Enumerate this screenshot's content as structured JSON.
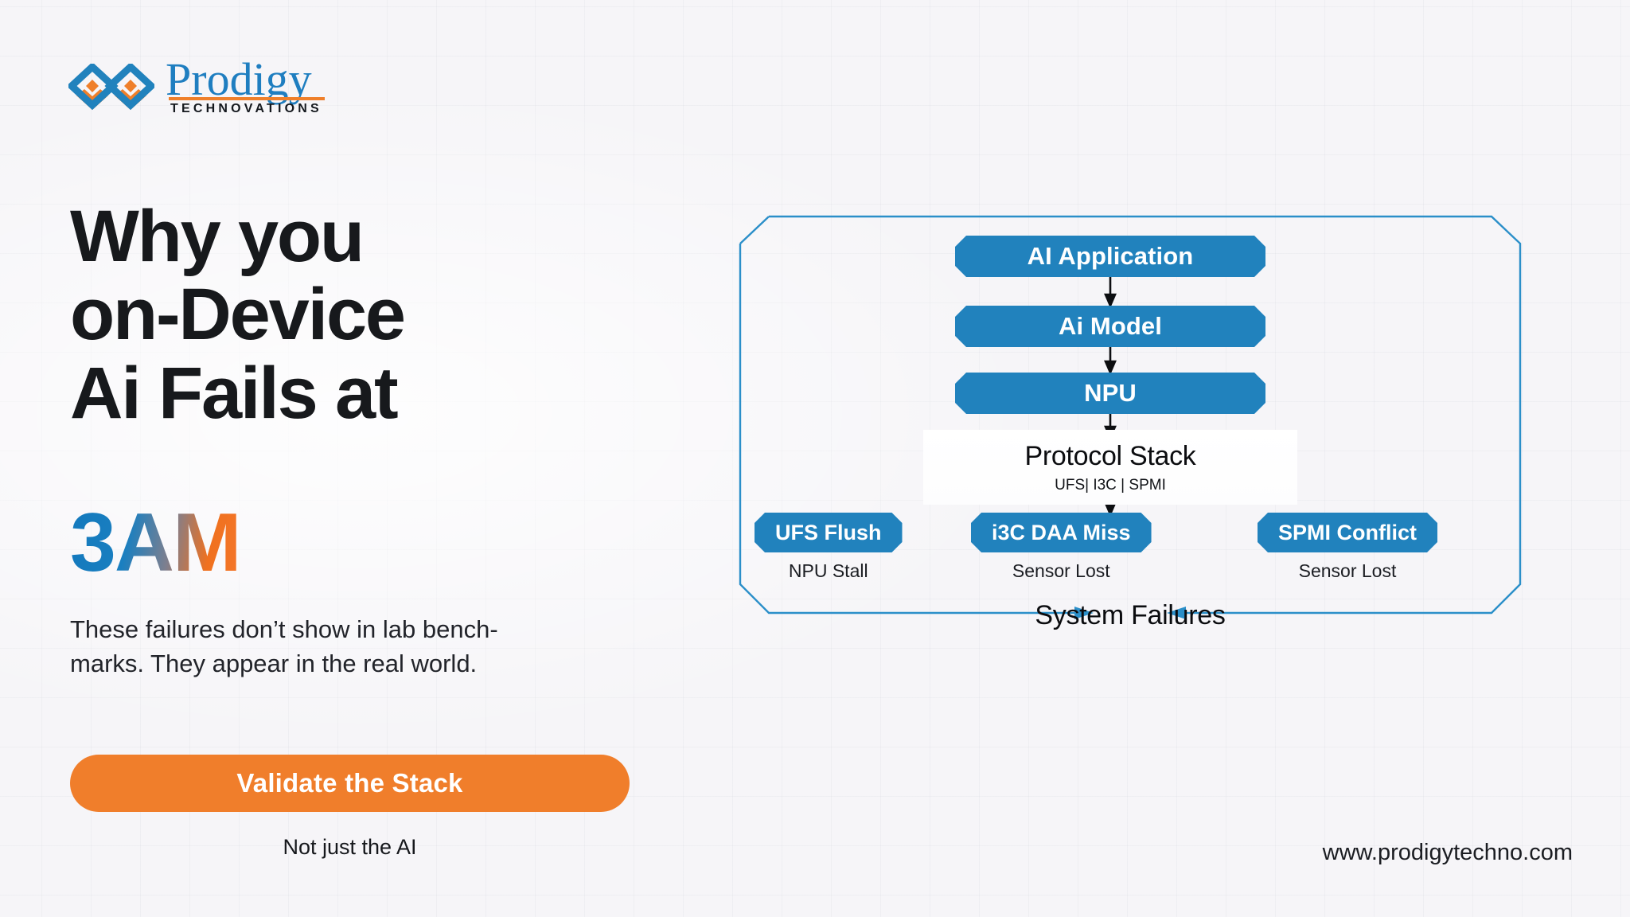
{
  "brand": {
    "name": "Prodigy",
    "sub": "TECHNOVATIONS",
    "logo_icon": "interlocking-diamonds-logo",
    "blue": "#1f7ec0",
    "orange": "#ef7f2a"
  },
  "headline": {
    "line1": "Why you",
    "line2": "on-Device",
    "line3": "Ai Fails at",
    "accent": "3AM",
    "accent_gradient_from": "#1379bd",
    "accent_gradient_to": "#f4762a"
  },
  "subcopy": {
    "line1": "These failures don’t show in lab bench-",
    "line2": "marks. They appear in the real world."
  },
  "cta": {
    "label": "Validate the Stack",
    "sub": "Not just the AI",
    "color": "#f07e2b"
  },
  "footer": {
    "website": "www.prodigytechno.com"
  },
  "diagram": {
    "frame_color": "#2b8fc9",
    "node_color": "#2182bd",
    "stack": [
      {
        "label": "AI Application"
      },
      {
        "label": "Ai Model"
      },
      {
        "label": "NPU"
      }
    ],
    "protocol": {
      "title": "Protocol Stack",
      "sub": "UFS| I3C | SPMI"
    },
    "leaves": [
      {
        "label": "UFS Flush",
        "caption": "NPU Stall"
      },
      {
        "label": "i3C DAA Miss",
        "caption": "Sensor Lost"
      },
      {
        "label": "SPMI Conflict",
        "caption": "Sensor Lost"
      }
    ],
    "outcome": "System Failures"
  }
}
